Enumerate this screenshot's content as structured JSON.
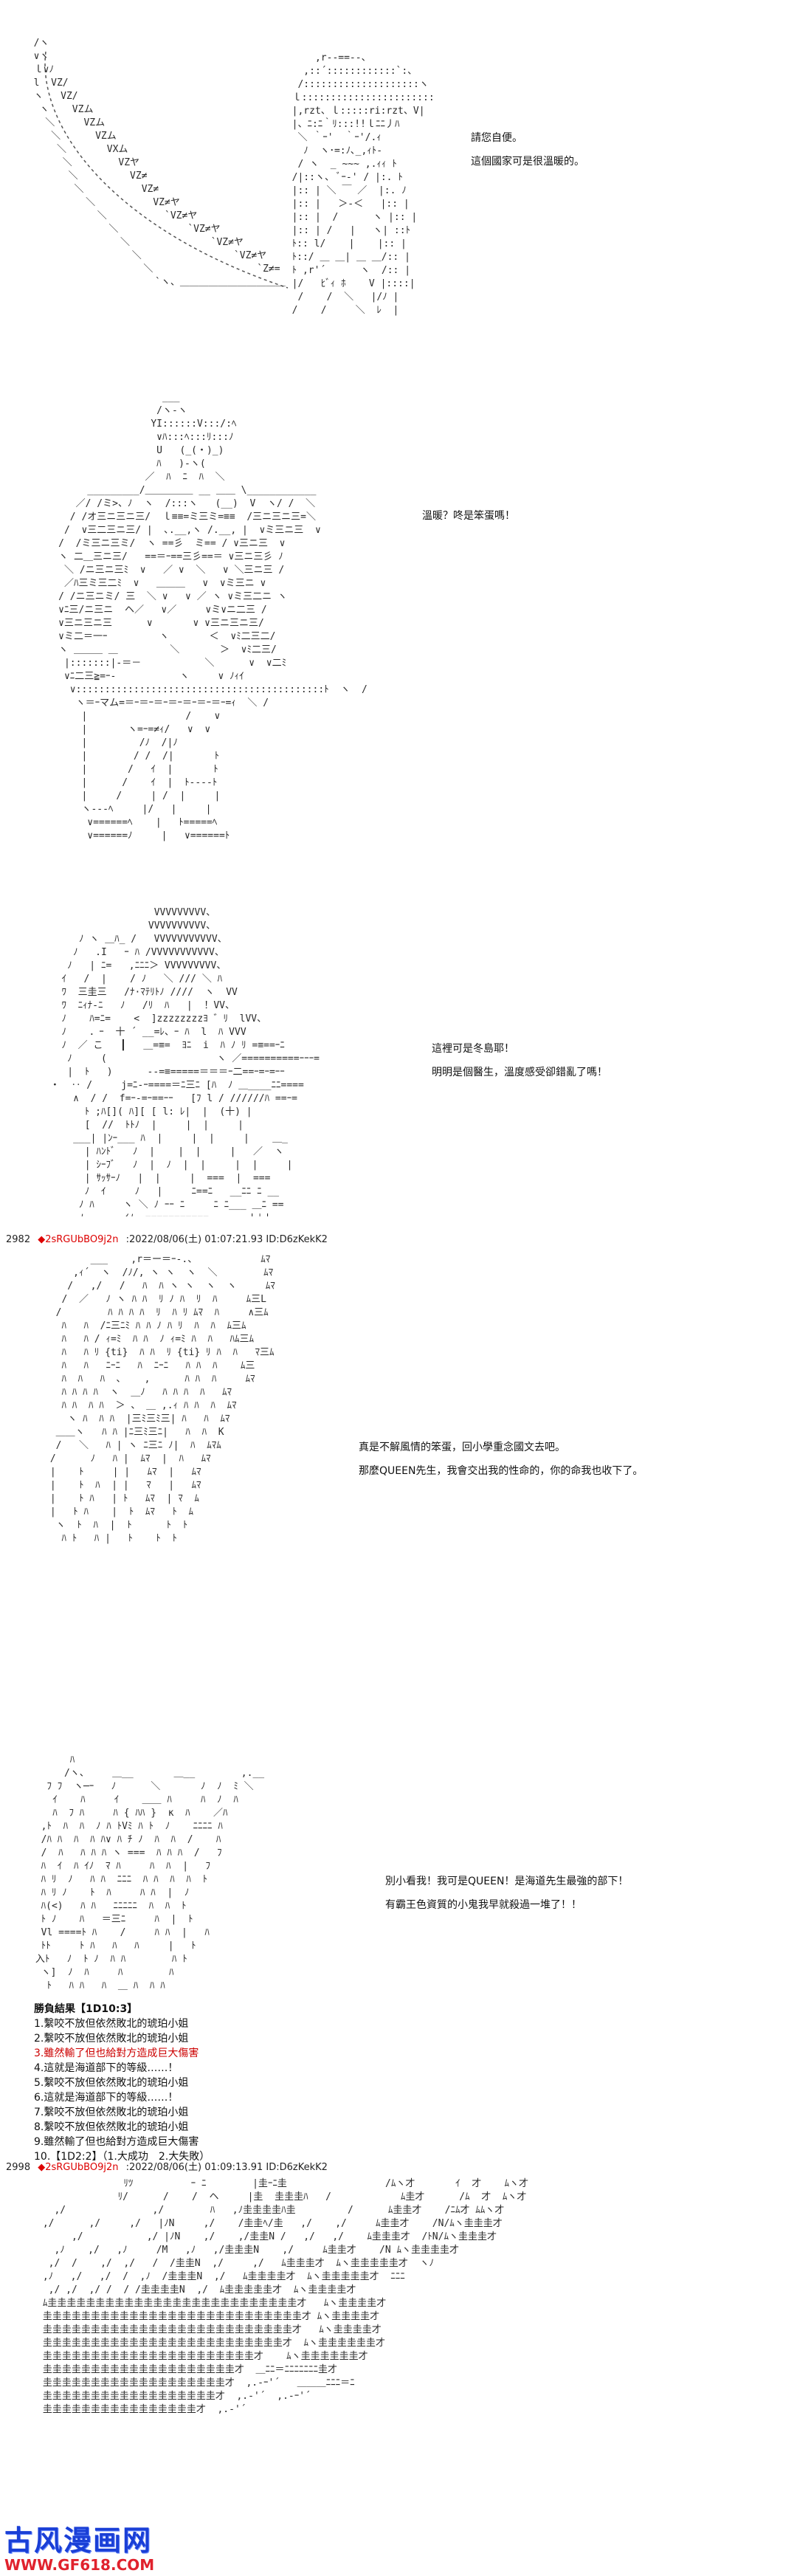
{
  "panel1": {
    "dialogue": [
      "請您自便。",
      "這個國家可是很溫暖的。"
    ]
  },
  "panel2": {
    "dialogue": [
      "溫暖？咚是笨蛋嗎！"
    ]
  },
  "panel3": {
    "dialogue": [
      "這裡可是冬島耶！",
      "明明是個醫生，溫度感受卻錯亂了嗎！"
    ]
  },
  "post1": {
    "number": "2982",
    "name": "2sRGUbBO9j2n",
    "meta": ":2022/08/06(土) 01:07:21.93 ID:D6zKekK2"
  },
  "panel4": {
    "dialogue": [
      "真是不解風情的笨蛋，回小學重念國文去吧。",
      "那麼QUEEN先生，我會交出我的性命的，你的命我也收下了。"
    ]
  },
  "panel5": {
    "dialogue": [
      "別小看我！我可是QUEEN！是海道先生最強的部下！",
      "有霸王色資質的小鬼我早就殺過一堆了！！"
    ]
  },
  "results": {
    "title": "勝負結果【1D10:3】",
    "items": [
      "1.繫咬不放但依然敗北的琥珀小姐",
      "2.繫咬不放但依然敗北的琥珀小姐",
      "3.雖然輸了但也給對方造成巨大傷害",
      "4.這就是海道部下的等級……！",
      "5.繫咬不放但依然敗北的琥珀小姐",
      "6.這就是海道部下的等級……！",
      "7.繫咬不放但依然敗北的琥珀小姐",
      "8.繫咬不放但依然敗北的琥珀小姐",
      "9.雖然輸了但也給對方造成巨大傷害",
      "10.【1D2:2】（1.大成功　2.大失敗）"
    ]
  },
  "post2": {
    "number": "2998",
    "name": "2sRGUbBO9j2n",
    "meta": ":2022/08/06(土) 01:09:13.91 ID:D6zKekK2"
  },
  "watermark": {
    "name": "古风漫画网",
    "url": "WWW.GF618.COM"
  },
  "colors": {
    "name_red": "#dd0000",
    "highlight_red": "#cc0000",
    "watermark_blue": "#1a3fd6",
    "watermark_red": "#e0222d"
  },
  "icons": [
    "diamond-icon"
  ]
}
